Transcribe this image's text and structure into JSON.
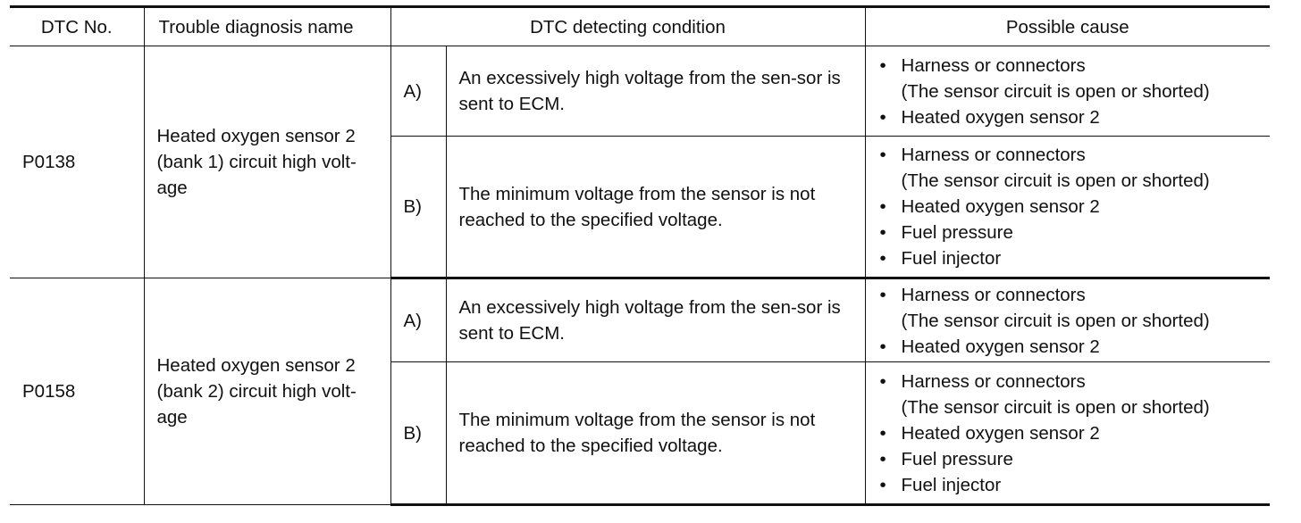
{
  "headers": {
    "dtc_no": "DTC No.",
    "diagnosis_name": "Trouble diagnosis name",
    "condition": "DTC detecting condition",
    "cause": "Possible cause"
  },
  "rows": [
    {
      "dtc": "P0138",
      "name": "Heated oxygen sensor 2 (bank 1) circuit high volt-age",
      "conditions": [
        {
          "letter": "A)",
          "text": "An excessively high voltage from the sen-sor is sent to ECM.",
          "causes": [
            "Harness or connectors",
            "(The sensor circuit is open or shorted)",
            "Heated oxygen sensor 2"
          ]
        },
        {
          "letter": "B)",
          "text": "The minimum voltage from the sensor is not reached to the specified voltage.",
          "causes": [
            "Harness or connectors",
            "(The sensor circuit is open or shorted)",
            "Heated oxygen sensor 2",
            "Fuel pressure",
            "Fuel injector"
          ]
        }
      ]
    },
    {
      "dtc": "P0158",
      "name": "Heated oxygen sensor 2 (bank 2) circuit high volt-age",
      "conditions": [
        {
          "letter": "A)",
          "text": "An excessively high voltage from the sen-sor is sent to ECM.",
          "causes": [
            "Harness or connectors",
            "(The sensor circuit is open or shorted)",
            "Heated oxygen sensor 2"
          ]
        },
        {
          "letter": "B)",
          "text": "The minimum voltage from the sensor is not reached to the specified voltage.",
          "causes": [
            "Harness or connectors",
            "(The sensor circuit is open or shorted)",
            "Heated oxygen sensor 2",
            "Fuel pressure",
            "Fuel injector"
          ]
        }
      ]
    }
  ],
  "bullet_symbol": "•"
}
